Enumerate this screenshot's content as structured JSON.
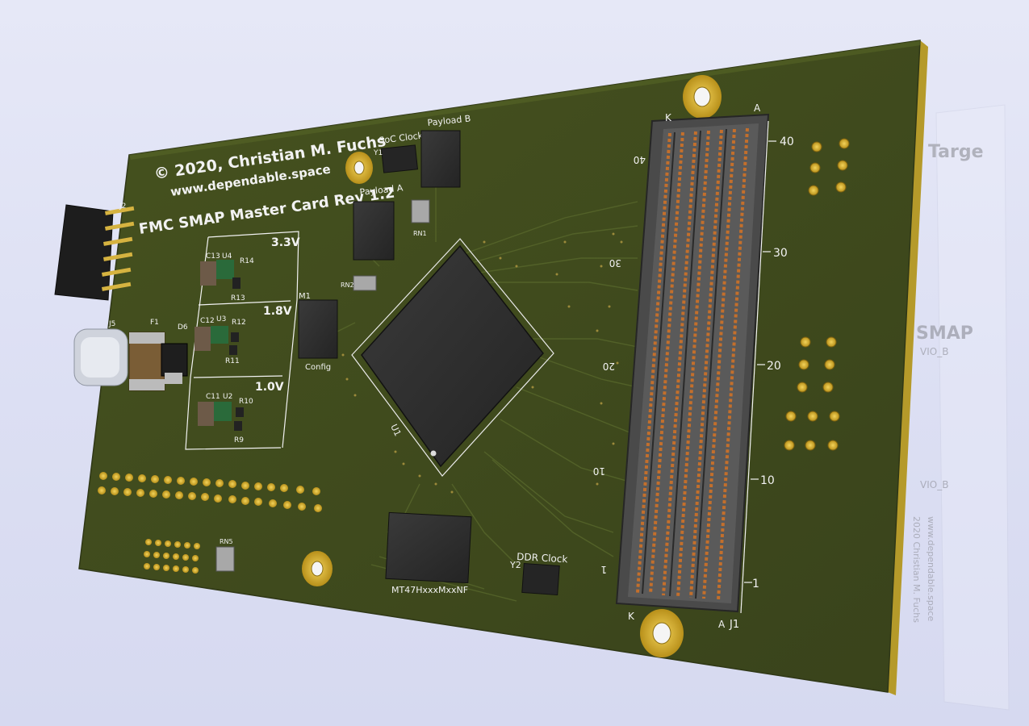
{
  "board": {
    "copyright": "© 2020, Christian M. Fuchs",
    "website": "www.dependable.space",
    "title": "FMC SMAP Master Card Rev 1.2"
  },
  "rails": {
    "v33": "3.3V",
    "v18": "1.8V",
    "v10": "1.0V"
  },
  "labels": {
    "soc_clock": "SoC Clock",
    "payload_a": "Payload A",
    "payload_b": "Payload B",
    "config": "Config",
    "ddr_clock": "DDR Clock",
    "memory_part": "MT47HxxxMxxNF"
  },
  "refdes": {
    "J1": "J1",
    "J2": "J2",
    "J5": "J5",
    "F1": "F1",
    "D6": "D6",
    "U1": "U1",
    "U2": "U2",
    "U3": "U3",
    "U4": "U4",
    "C11": "C11",
    "C12": "C12",
    "C13": "C13",
    "R9": "R9",
    "R10": "R10",
    "R11": "R11",
    "R12": "R12",
    "R13": "R13",
    "R14": "R14",
    "RN1": "RN1",
    "RN2": "RN2",
    "RN5": "RN5",
    "M1": "M1",
    "Y1": "Y1",
    "Y2": "Y2"
  },
  "connector_ticks": {
    "right": [
      "40",
      "30",
      "20",
      "10",
      "1"
    ],
    "left": [
      "40",
      "30",
      "20",
      "10",
      "1"
    ],
    "rows_top": [
      "K",
      "A"
    ],
    "rows_bottom": [
      "K",
      "A"
    ]
  },
  "ghost_text": [
    "Targe",
    "SMAP",
    "VIO_B",
    "VIO_B",
    "www.dependable.space",
    "2020 Christian M. Fuchs"
  ],
  "colors": {
    "background": "#dcdff3",
    "pcb": "#3f4a1f",
    "silkscreen": "#f2f2f2",
    "gold": "#d9b832",
    "connector_body": "#4a4a4a",
    "connector_pins": "#b8672a"
  }
}
